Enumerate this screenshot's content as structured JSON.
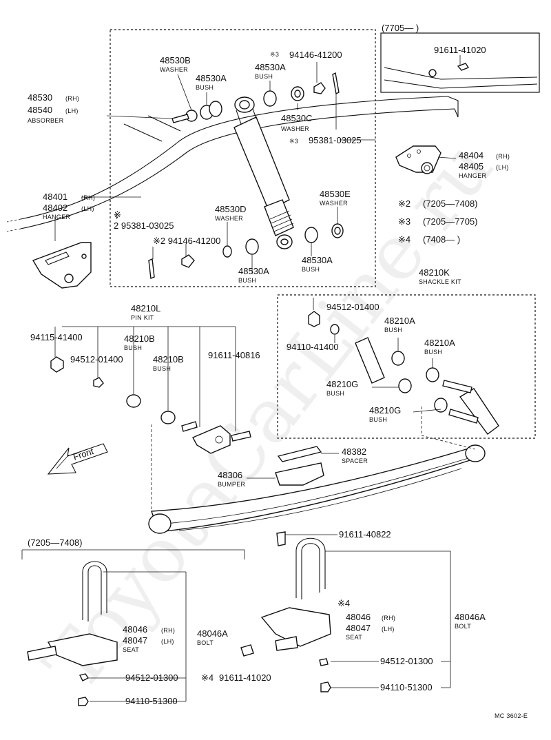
{
  "watermark": "ToyotaCarLine.ru",
  "figure_code": "MC 3602-E",
  "front_label": "Front",
  "inset_range": "(7705—      )",
  "lower_left_range": "(7205—7408)",
  "notes": [
    {
      "mark": "※2",
      "range": "(7205—7408)"
    },
    {
      "mark": "※3",
      "range": "(7205—7705)"
    },
    {
      "mark": "※4",
      "range": "(7408—      )"
    }
  ],
  "labels": {
    "absorber_rh": "48530",
    "absorber_rh_side": "(RH)",
    "absorber_lh": "48540",
    "absorber_lh_side": "(LH)",
    "absorber_name": "ABSORBER",
    "washer_b": "48530B",
    "washer_b_name": "WASHER",
    "bush_a_1": "48530A",
    "bush_a_1_name": "BUSH",
    "bush_a_2": "48530A",
    "bush_a_2_name": "BUSH",
    "nut_top_mark": "※3",
    "nut_top": "94146-41200",
    "washer_c": "48530C",
    "washer_c_name": "WASHER",
    "pin_top_mark": "※3",
    "pin_top": "95381-03025",
    "inset_bolt": "91611-41020",
    "hanger_r_rh": "48404",
    "hanger_r_rh_side": "(RH)",
    "hanger_r_lh": "48405",
    "hanger_r_lh_side": "(LH)",
    "hanger_r_name": "HANGER",
    "hanger_f_rh": "48401",
    "hanger_f_rh_side": "(RH)",
    "hanger_f_lh": "48402",
    "hanger_f_lh_side": "(LH)",
    "hanger_f_name": "HANGER",
    "pin_left_mark": "※",
    "pin_left": "2 95381-03025",
    "nut_left": "※2 94146-41200",
    "washer_d": "48530D",
    "washer_d_name": "WASHER",
    "bush_a_3": "48530A",
    "bush_a_3_name": "BUSH",
    "washer_e": "48530E",
    "washer_e_name": "WASHER",
    "bush_a_4": "48530A",
    "bush_a_4_name": "BUSH",
    "pin_kit": "48210L",
    "pin_kit_name": "PIN KIT",
    "nut_pk": "94115-41400",
    "washer_pk": "94512-01400",
    "bush_b_1": "48210B",
    "bush_b_1_name": "BUSH",
    "bush_b_2": "48210B",
    "bush_b_2_name": "BUSH",
    "bolt_pk": "91611-40816",
    "shackle_kit": "48210K",
    "shackle_kit_name": "SHACKLE KIT",
    "washer_sk": "94512-01400",
    "nut_sk": "94110-41400",
    "bush_sk_a1": "48210A",
    "bush_sk_a1_name": "BUSH",
    "bush_sk_a2": "48210A",
    "bush_sk_a2_name": "BUSH",
    "bush_sk_g1": "48210G",
    "bush_sk_g1_name": "BUSH",
    "bush_sk_g2": "48210G",
    "bush_sk_g2_name": "BUSH",
    "spacer": "48382",
    "spacer_name": "SPACER",
    "bumper": "48306",
    "bumper_name": "BUMPER",
    "center_bolt": "91611-40822",
    "seat_l_rh": "48046",
    "seat_l_rh_side": "(RH)",
    "seat_l_lh": "48047",
    "seat_l_lh_side": "(LH)",
    "seat_l_name": "SEAT",
    "ubolt_l": "48046A",
    "ubolt_l_name": "BOLT",
    "washer_l": "94512-01300",
    "nut_l": "94110-51300",
    "bolt_l_mark": "※4",
    "bolt_l": "91611-41020",
    "seat_r_mark": "※4",
    "seat_r_rh": "48046",
    "seat_r_rh_side": "(RH)",
    "seat_r_lh": "48047",
    "seat_r_lh_side": "(LH)",
    "seat_r_name": "SEAT",
    "ubolt_r": "48046A",
    "ubolt_r_name": "BOLT",
    "washer_r": "94512-01300",
    "nut_r": "94110-51300"
  }
}
